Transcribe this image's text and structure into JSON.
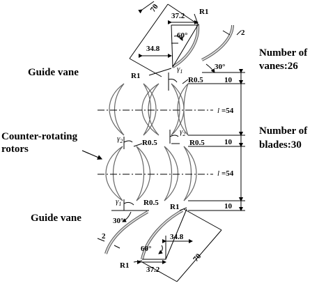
{
  "labels": {
    "guide_vane_top": "Guide vane",
    "guide_vane_bottom": "Guide vane",
    "counter_rotating_line1": "Counter-rotating",
    "counter_rotating_line2": "rotors",
    "vanes_line1": "Number of",
    "vanes_line2": "vanes:26",
    "blades_line1": "Number of",
    "blades_line2": "blades:30"
  },
  "dimensions": {
    "length_70": "70",
    "length_37_2": "37.2",
    "length_34_8": "34.8",
    "angle_60": "60°",
    "angle_30": "30°",
    "radius_r1": "R1",
    "radius_r0_5": "R0.5",
    "thickness_2": "2",
    "gap_10": "10",
    "pitch_l": "l",
    "pitch_value": "=54",
    "gamma": "γ",
    "sub_1": "1",
    "sub_2": "2"
  }
}
